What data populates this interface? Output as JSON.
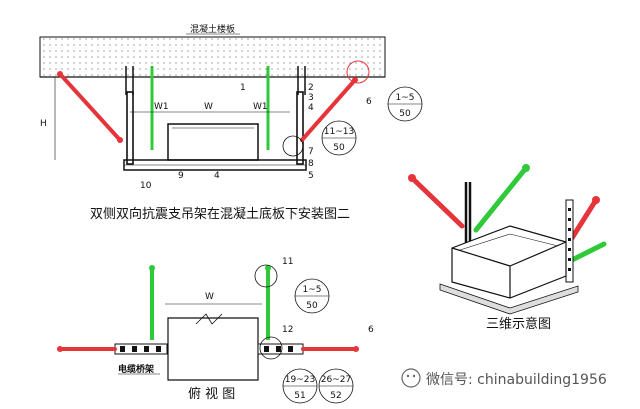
{
  "section_view": {
    "concrete_label": "混凝土楼板",
    "dim_h": "H",
    "dim_w": "W",
    "dim_w1_left": "W1",
    "dim_w1_right": "W1",
    "callouts": [
      "1",
      "2",
      "3",
      "4",
      "5",
      "6",
      "7",
      "8",
      "9",
      "4",
      "10"
    ],
    "detail_ref_top": {
      "top": "1~5",
      "bottom": "50"
    },
    "detail_ref_mid": {
      "top": "11~13",
      "bottom": "50"
    },
    "title": "双侧双向抗震支吊架在混凝土底板下安装图二"
  },
  "plan_view": {
    "dim_w": "W",
    "cable_tray_label": "电缆桥架",
    "callout_11": "11",
    "callout_12": "12",
    "callout_6": "6",
    "detail_ref_top": {
      "top": "1~5",
      "bottom": "50"
    },
    "detail_ref_left": {
      "top": "19~23",
      "bottom": "51"
    },
    "detail_ref_right": {
      "top": "26~27",
      "bottom": "52"
    },
    "title": "俯 视 图"
  },
  "view_3d": {
    "title": "三维示意图"
  },
  "watermark": "微信号: chinabuilding1956",
  "colors": {
    "brace_red": "#e5343a",
    "brace_green": "#2fc93a",
    "line": "#111111"
  }
}
